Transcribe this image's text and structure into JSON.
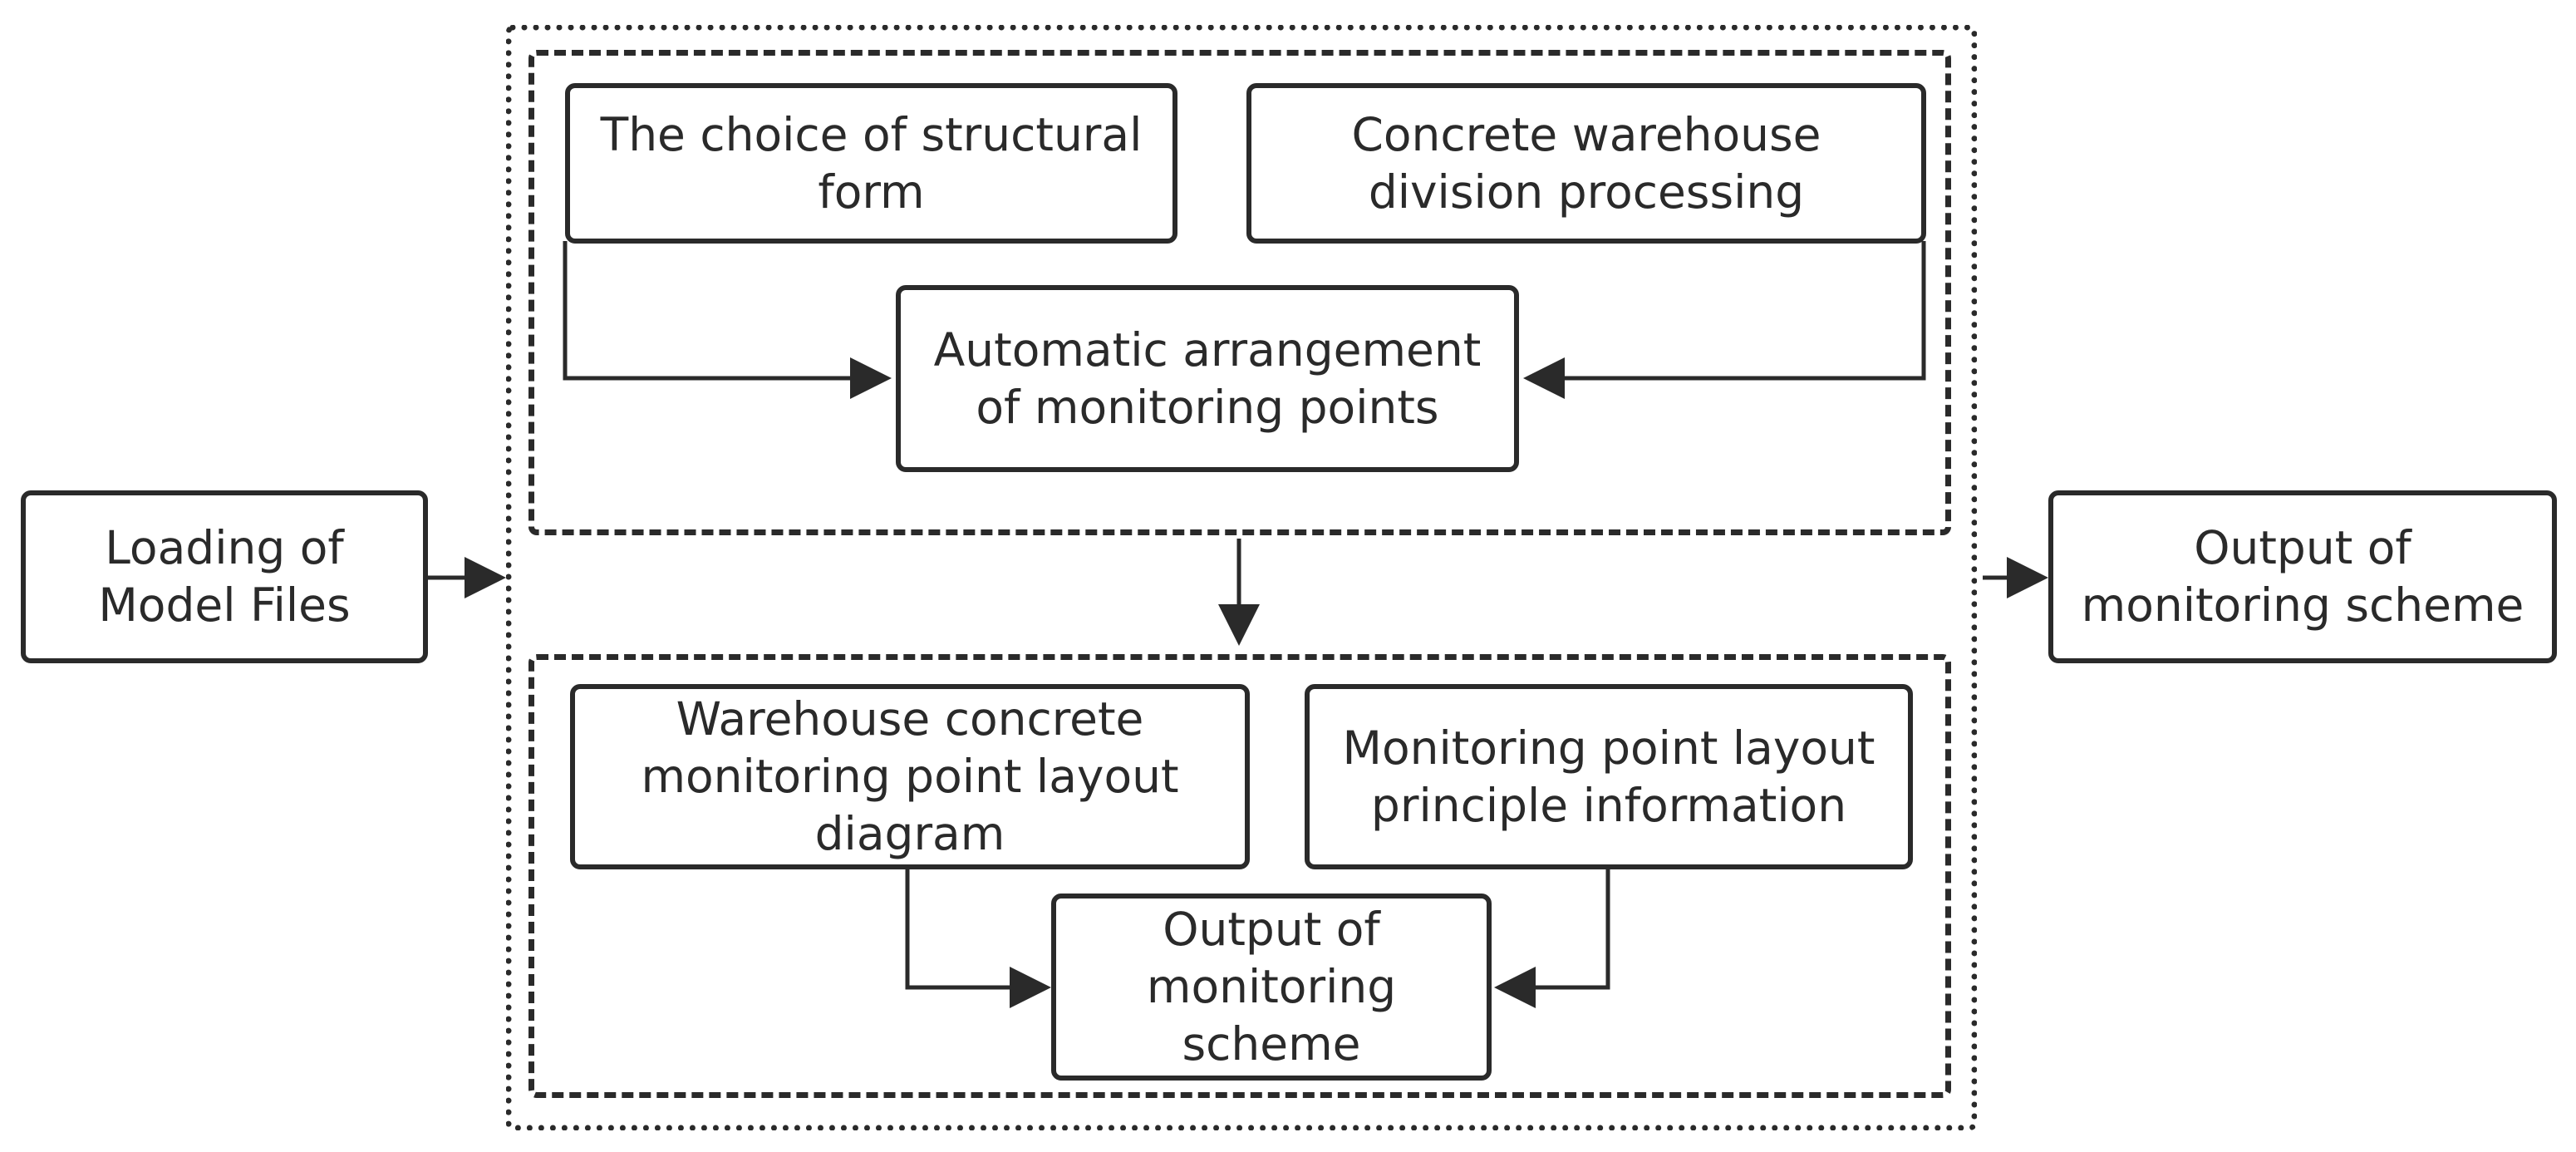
{
  "colors": {
    "stroke": "#2a2a2a",
    "background": "#ffffff"
  },
  "nodes": {
    "loading": "Loading of\nModel Files",
    "structural_form": "The choice of structural\nform",
    "warehouse_division": "Concrete warehouse\ndivision processing",
    "auto_arrangement": "Automatic arrangement\nof monitoring points",
    "layout_diagram": "Warehouse concrete\nmonitoring point layout\ndiagram",
    "layout_principle": "Monitoring point layout\nprinciple information",
    "output_inner": "Output of\nmonitoring\nscheme",
    "output_outer": "Output of\nmonitoring scheme"
  },
  "edges": [
    {
      "from": "loading",
      "to": "outer-frame"
    },
    {
      "from": "structural_form",
      "to": "auto_arrangement"
    },
    {
      "from": "warehouse_division",
      "to": "auto_arrangement"
    },
    {
      "from": "top-group",
      "to": "bottom-group"
    },
    {
      "from": "layout_diagram",
      "to": "output_inner"
    },
    {
      "from": "layout_principle",
      "to": "output_inner"
    },
    {
      "from": "outer-frame",
      "to": "output_outer"
    }
  ]
}
